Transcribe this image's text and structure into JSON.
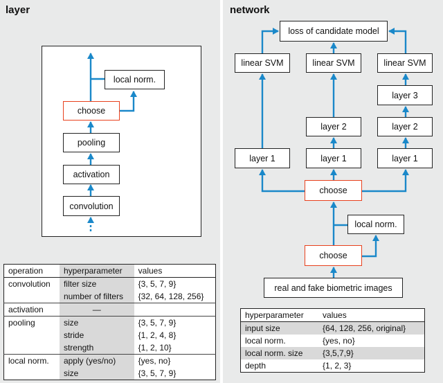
{
  "layer": {
    "title": "layer",
    "nodes": {
      "local_norm": "local norm.",
      "choose": "choose",
      "pooling": "pooling",
      "activation": "activation",
      "convolution": "convolution"
    },
    "table": {
      "headers": [
        "operation",
        "hyperparameter",
        "values"
      ],
      "rows": [
        [
          "convolution",
          "filter size",
          "{3, 5, 7, 9}"
        ],
        [
          "",
          "number of filters",
          "{32, 64, 128, 256}"
        ],
        [
          "activation",
          "—",
          ""
        ],
        [
          "pooling",
          "size",
          "{3, 5, 7, 9}"
        ],
        [
          "",
          "stride",
          "{1, 2, 4, 8}"
        ],
        [
          "",
          "strength",
          "{1, 2, 10}"
        ],
        [
          "local norm.",
          "apply (yes/no)",
          "{yes, no}"
        ],
        [
          "",
          "size",
          "{3, 5, 7, 9}"
        ]
      ]
    }
  },
  "network": {
    "title": "network",
    "nodes": {
      "loss": "loss of candidate model",
      "svm1": "linear SVM",
      "svm2": "linear SVM",
      "svm3": "linear SVM",
      "layer3": "layer 3",
      "layer2a": "layer 2",
      "layer2b": "layer 2",
      "layer1a": "layer 1",
      "layer1b": "layer 1",
      "layer1c": "layer 1",
      "choose_top": "choose",
      "local_norm": "local norm.",
      "choose_bottom": "choose",
      "images": "real and fake biometric images"
    },
    "table": {
      "headers": [
        "hyperparameter",
        "values"
      ],
      "rows": [
        [
          "input size",
          "{64, 128, 256, original}"
        ],
        [
          "local norm.",
          "{yes, no}"
        ],
        [
          "local norm. size",
          "{3,5,7,9}"
        ],
        [
          "depth",
          "{1, 2, 3}"
        ]
      ]
    }
  },
  "colors": {
    "arrow": "#1a88c9",
    "selected": "#e8401c",
    "panel": "#e9eaea"
  }
}
